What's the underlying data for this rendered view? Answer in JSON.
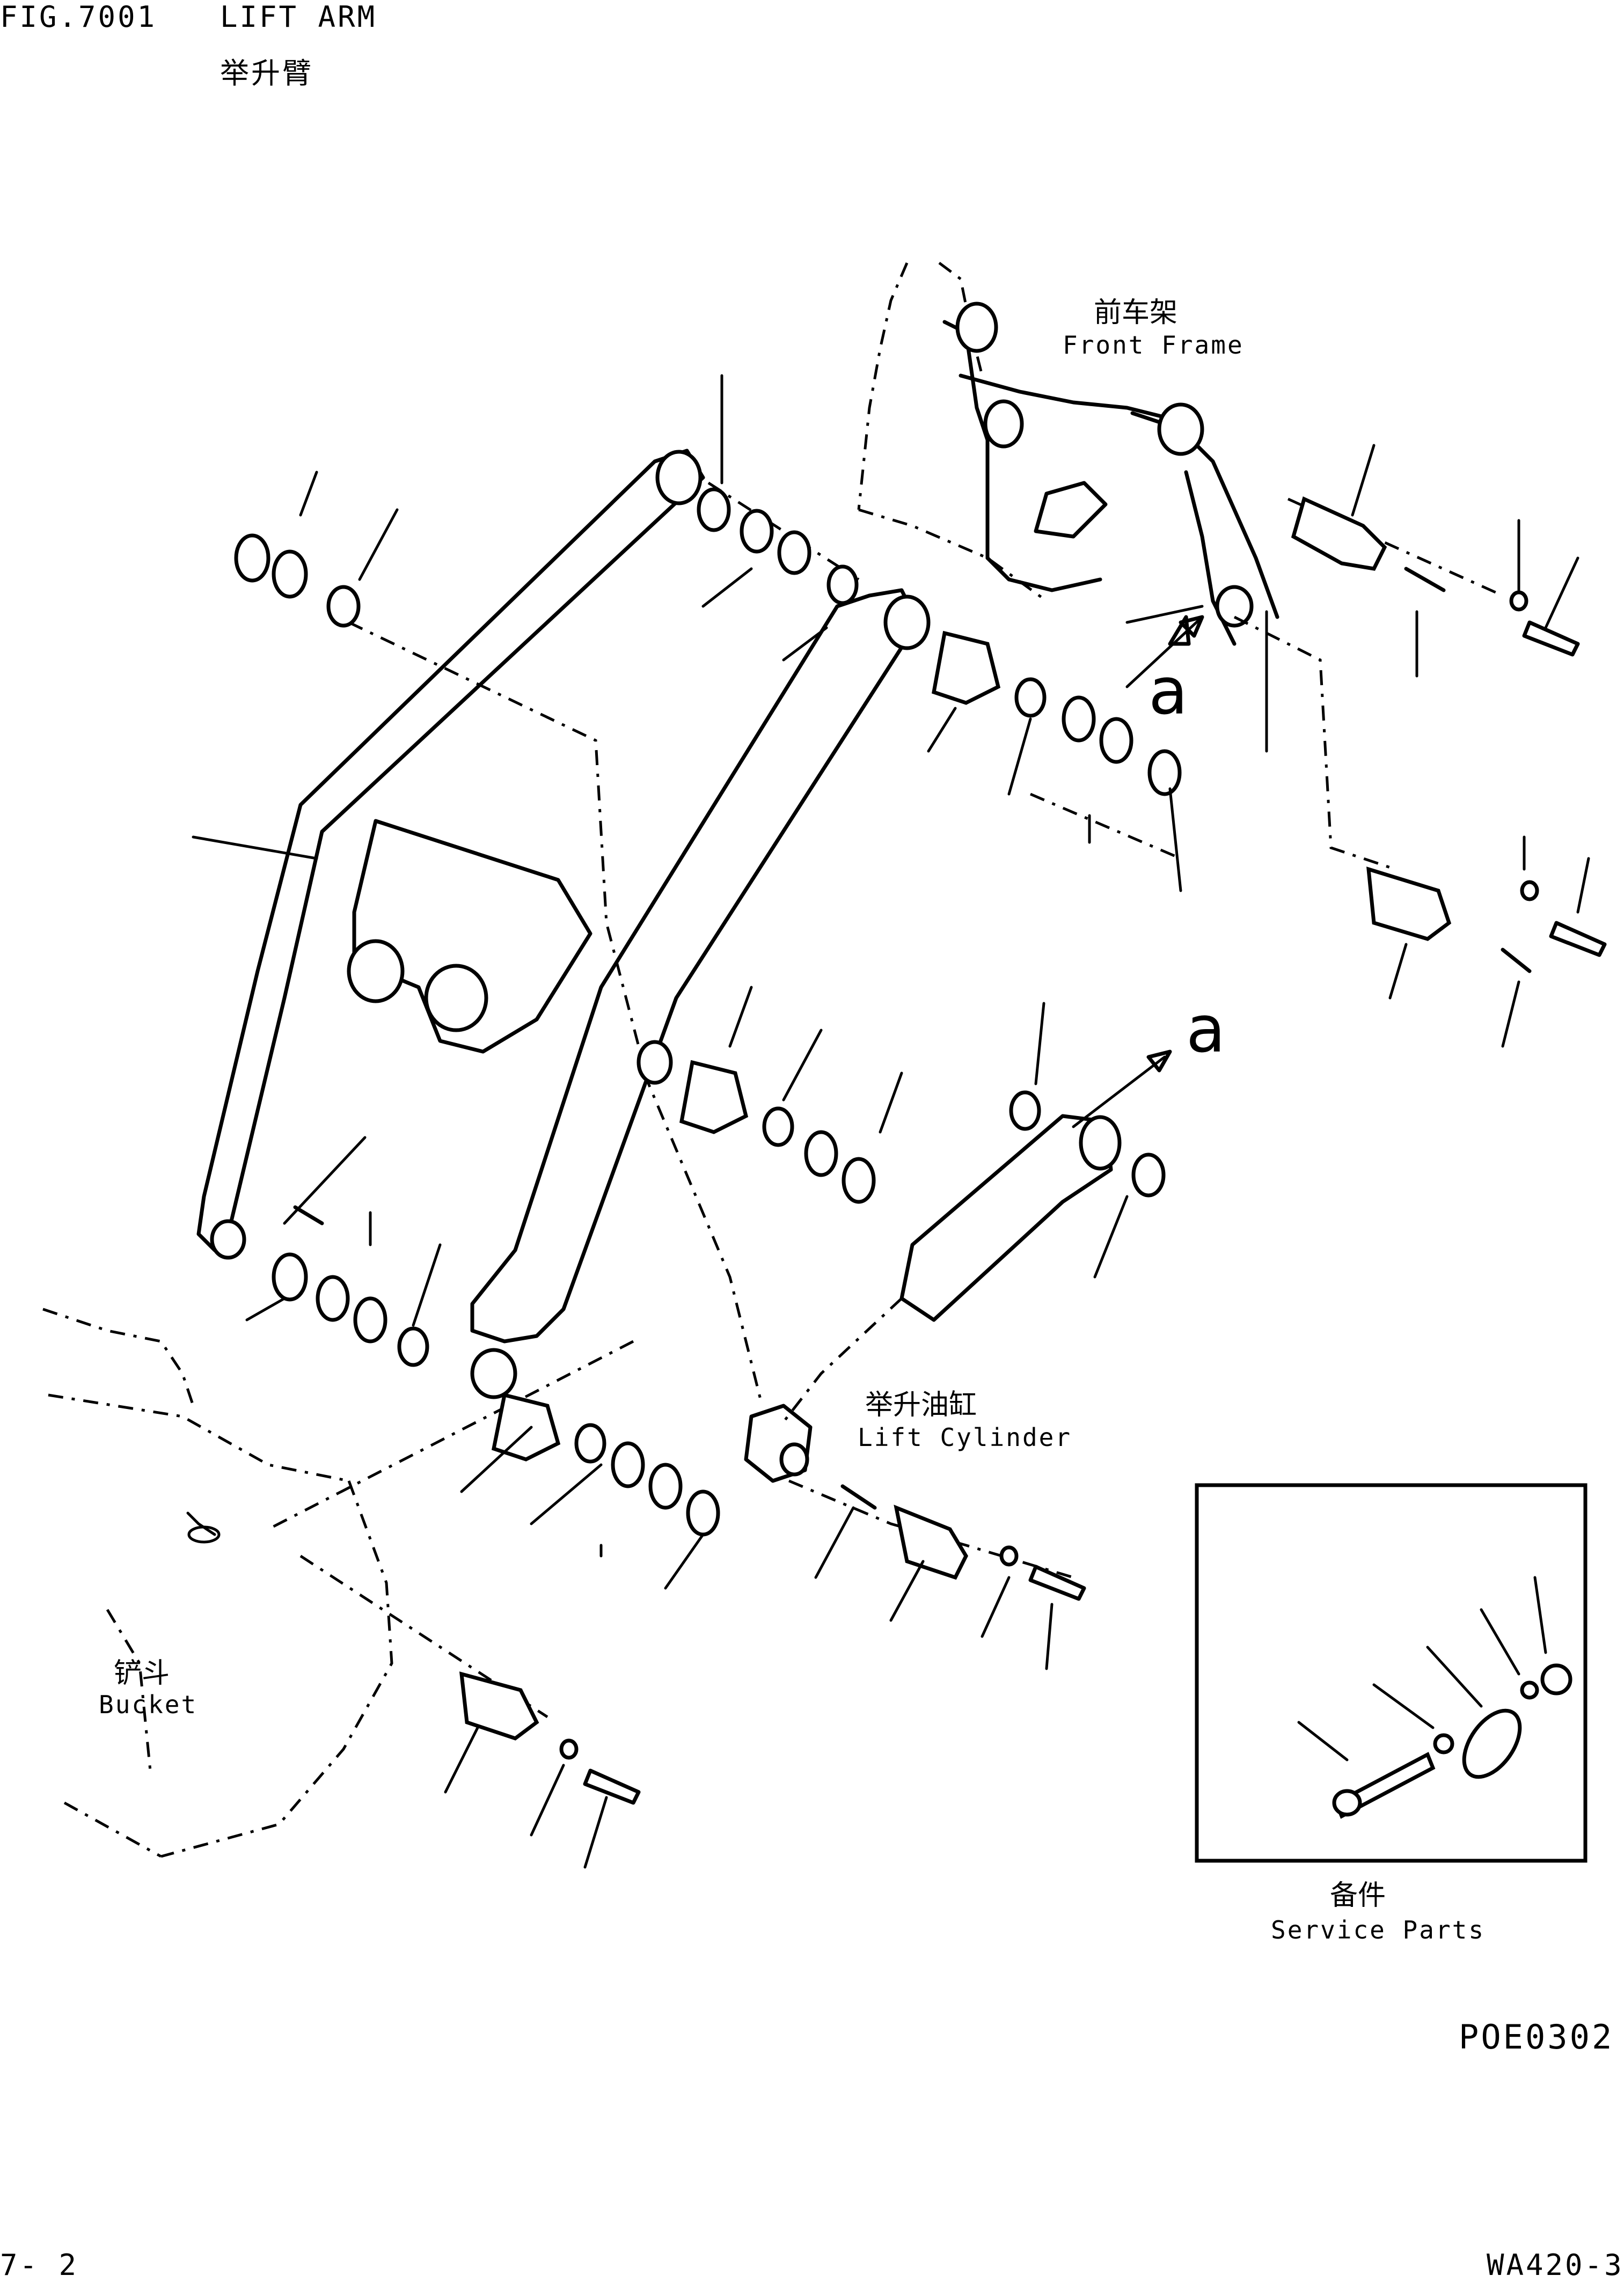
{
  "header": {
    "fig_number": "FIG.7001",
    "title_en": "LIFT ARM",
    "title_cn": "举升臂"
  },
  "labels": {
    "front_frame_cn": "前车架",
    "front_frame_en": "Front Frame",
    "lift_cylinder_cn": "举升油缸",
    "lift_cylinder_en": "Lift Cylinder",
    "bucket_cn": "铲斗",
    "bucket_en": "Bucket",
    "service_parts_cn": "备件",
    "service_parts_en": "Service Parts",
    "arrow_a_upper": "a",
    "arrow_a_lower": "a"
  },
  "footer": {
    "drawing_code": "POE0302",
    "page": "7-  2",
    "model": "WA420-3"
  }
}
